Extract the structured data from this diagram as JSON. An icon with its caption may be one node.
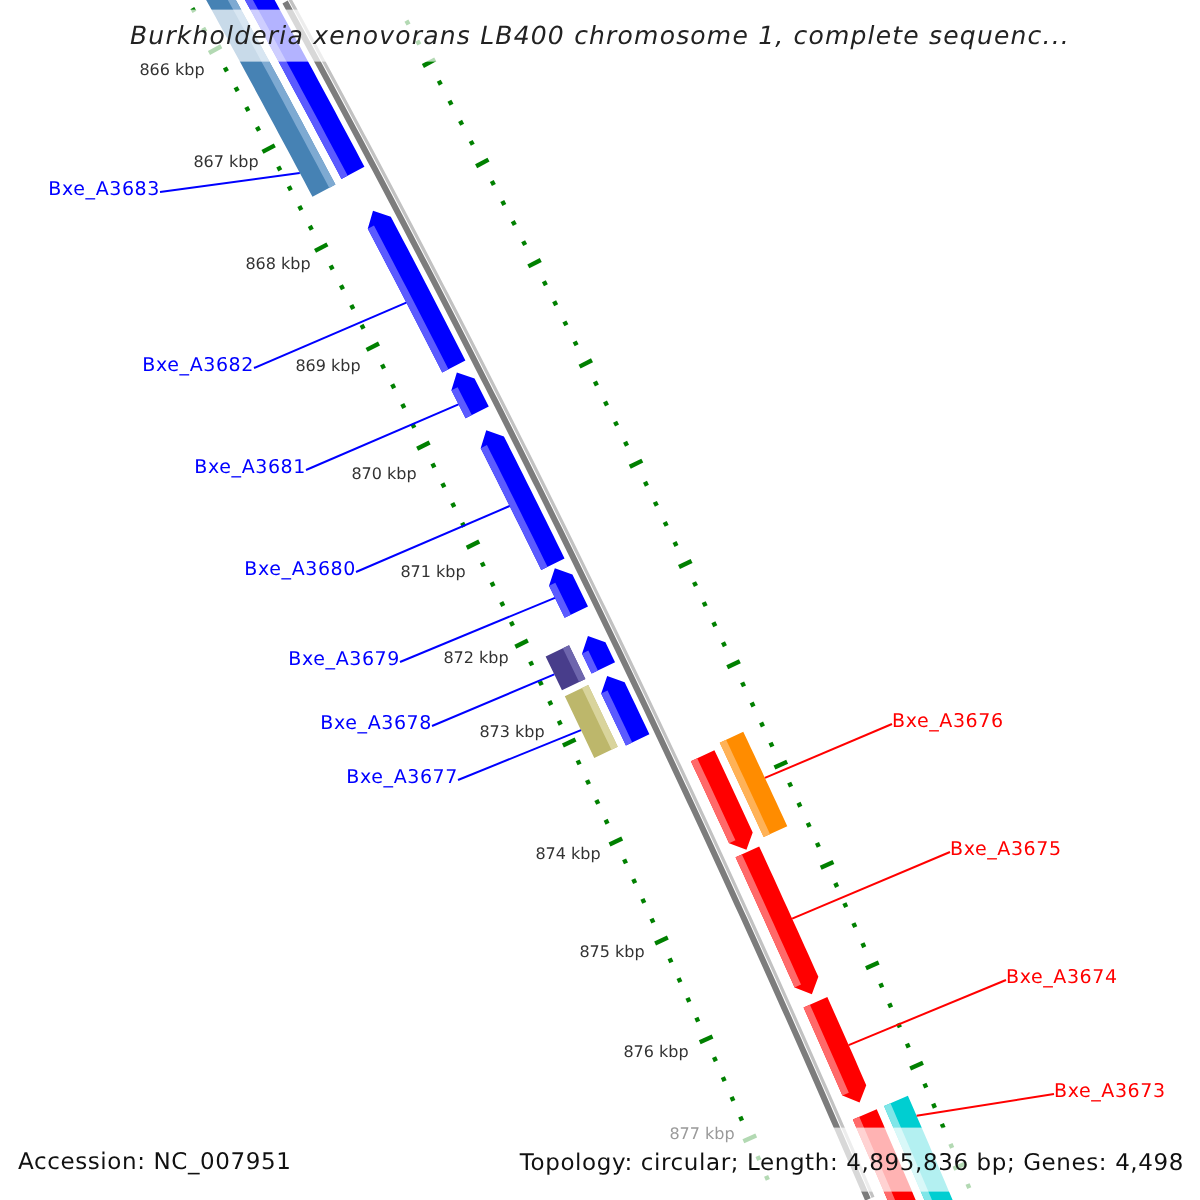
{
  "diagram": {
    "title": "Burkholderia xenovorans LB400 chromosome 1, complete sequenc...",
    "nodes": [
      {
        "text": [],
        "shape": "bar"
      },
      {
        "text": [],
        "shape": "bar"
      },
      {
        "text": [],
        "shape": "pentagon"
      },
      {
        "text": [],
        "shape": "pentagon"
      },
      {
        "text": [],
        "shape": "pentagon"
      },
      {
        "text": [],
        "shape": "pentagon"
      },
      {
        "text": [],
        "shape": "bar"
      },
      {
        "text": [],
        "shape": "pentagon"
      },
      {
        "text": [],
        "shape": "bar"
      },
      {
        "text": [],
        "shape": "pentagon"
      },
      {
        "text": [],
        "shape": "pentagon"
      },
      {
        "text": [],
        "shape": "bar"
      },
      {
        "text": [],
        "shape": "pentagon"
      },
      {
        "text": [],
        "shape": "pentagon"
      },
      {
        "text": [],
        "shape": "bar"
      },
      {
        "text": [],
        "shape": "bar"
      },
      {
        "text": [
          "Bxe_A3683"
        ]
      },
      {
        "text": [
          "Bxe_A3682"
        ]
      },
      {
        "text": [
          "Bxe_A3681"
        ]
      },
      {
        "text": [
          "Bxe_A3680"
        ]
      },
      {
        "text": [
          "Bxe_A3679"
        ]
      },
      {
        "text": [
          "Bxe_A3678"
        ]
      },
      {
        "text": [
          "Bxe_A3677"
        ]
      },
      {
        "text": [
          "Bxe_A3676"
        ]
      },
      {
        "text": [
          "Bxe_A3675"
        ]
      },
      {
        "text": [
          "Bxe_A3674"
        ]
      },
      {
        "text": [
          "Bxe_A3673"
        ]
      }
    ],
    "edges": [
      {
        "from": 16,
        "to": 1,
        "arrow": "none"
      },
      {
        "from": 17,
        "to": 2,
        "arrow": "none"
      },
      {
        "from": 18,
        "to": 3,
        "arrow": "none"
      },
      {
        "from": 19,
        "to": 4,
        "arrow": "none"
      },
      {
        "from": 20,
        "to": 5,
        "arrow": "none"
      },
      {
        "from": 21,
        "to": 6,
        "arrow": "none"
      },
      {
        "from": 22,
        "to": 8,
        "arrow": "none"
      },
      {
        "from": 23,
        "to": 11,
        "arrow": "none",
        "color": "#ff0000"
      },
      {
        "from": 24,
        "to": 12,
        "arrow": "none",
        "color": "#ff0000"
      },
      {
        "from": 25,
        "to": 13,
        "arrow": "none",
        "color": "#ff0000"
      },
      {
        "from": 26,
        "to": 15,
        "arrow": "none",
        "color": "#ff0000"
      }
    ],
    "labels": [
      "866 kbp",
      "867 kbp",
      "868 kbp",
      "869 kbp",
      "870 kbp",
      "871 kbp",
      "872 kbp",
      "873 kbp",
      "874 kbp",
      "875 kbp",
      "876 kbp",
      "877 kbp",
      "Accession: NC_007951",
      "Topology: circular; Length: 4,895,836 bp; Genes: 4,498"
    ]
  }
}
